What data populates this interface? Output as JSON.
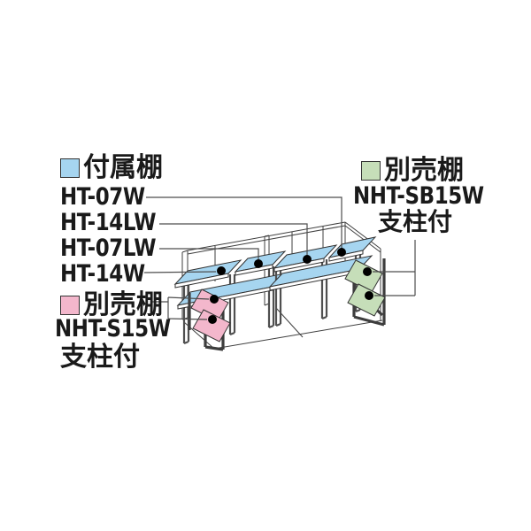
{
  "colors": {
    "attached_shelf_blue": "#a6d5f0",
    "optional_shelf_pink": "#f3b7cc",
    "optional_shelf_green": "#c6deb9",
    "line": "#3f3f3f",
    "leader": "#4d4d4d",
    "dot": "#000000",
    "text": "#1a1a1a"
  },
  "legend_attached": {
    "label": "付属棚",
    "models": [
      "HT-07W",
      "HT-14LW",
      "HT-07LW",
      "HT-14W"
    ]
  },
  "legend_optional_pink": {
    "label": "別売棚",
    "model": "NHT-S15W",
    "note": "支柱付"
  },
  "legend_optional_green": {
    "label": "別売棚",
    "model": "NHT-SB15W",
    "note": "支柱付"
  }
}
